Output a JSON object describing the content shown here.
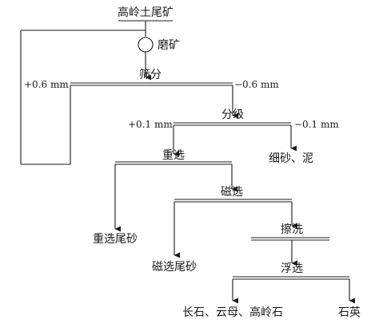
{
  "flowsheet": {
    "feed": "高岭土尾矿",
    "grinding": "磨矿",
    "screening": "筛分",
    "screen_oversize": "+0.6 mm",
    "screen_undersize": "−0.6 mm",
    "classification": "分级",
    "class_coarse": "+0.1 mm",
    "class_fine": "−0.1 mm",
    "fine_sand_mud": "细砂、泥",
    "gravity_separation": "重选",
    "gravity_tailings": "重选尾砂",
    "magnetic_separation": "磁选",
    "magnetic_tailings": "磁选尾砂",
    "scrubbing": "擦洗",
    "flotation": "浮选",
    "product_feldspar_mica_kaolin": "长石、云母、高岭石",
    "product_quartz": "石英"
  }
}
